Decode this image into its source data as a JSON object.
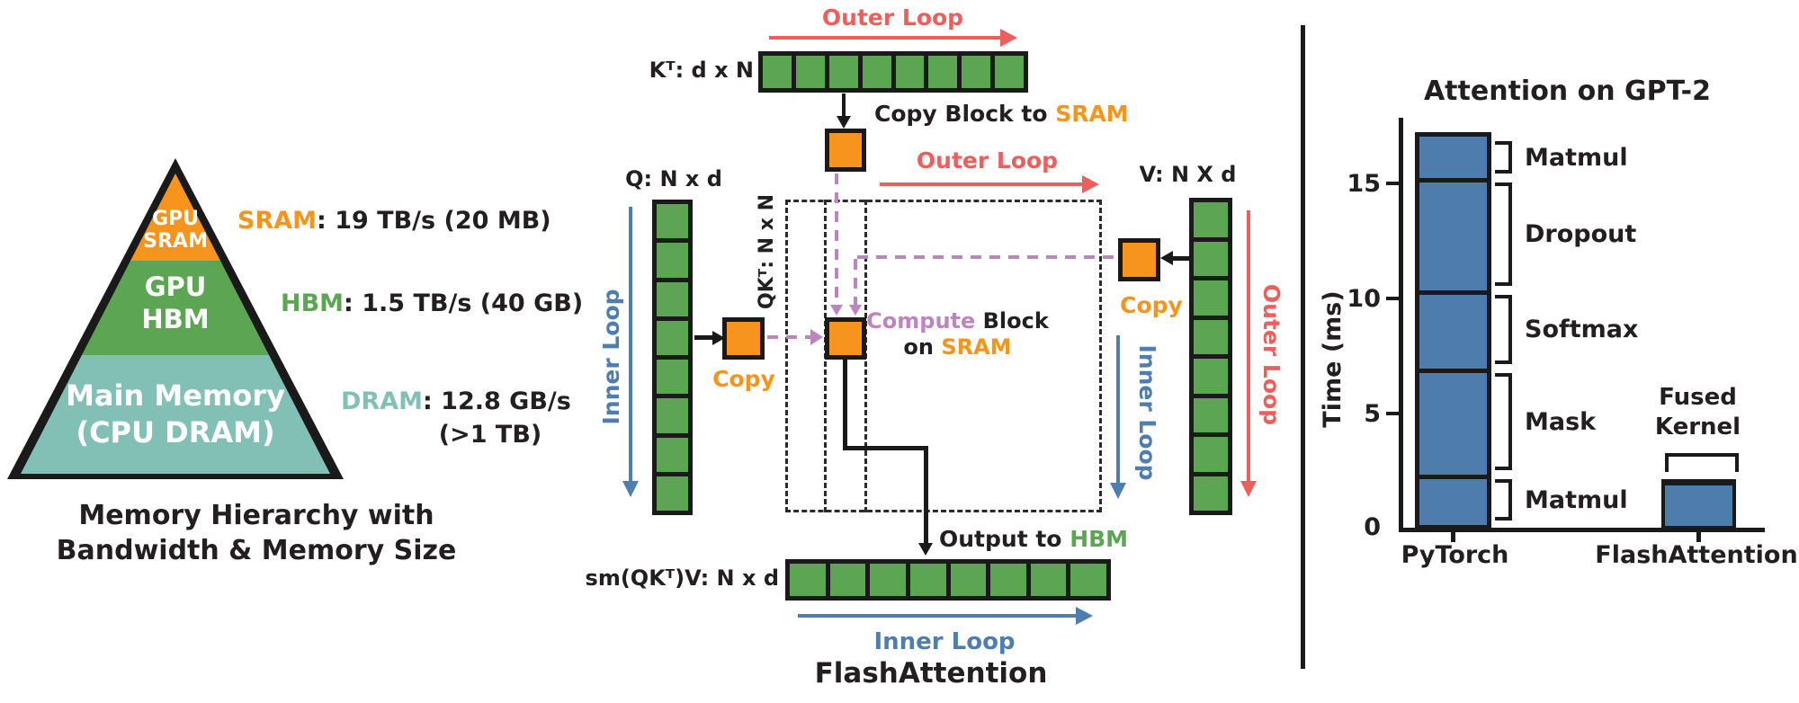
{
  "colors": {
    "orange": "#F7941D",
    "green": "#5BA553",
    "teal": "#82C0B6",
    "red": "#ED5E5C",
    "blue": "#4D7EAF",
    "purple": "#BC85BE",
    "bar_blue": "#4E7CAC",
    "ink": "#231F20"
  },
  "left_panel": {
    "pyramid": {
      "levels": [
        {
          "label_lines": [
            "GPU",
            "SRAM"
          ],
          "color": "#F7941D"
        },
        {
          "label_lines": [
            "GPU",
            "HBM"
          ],
          "color": "#5BA553"
        },
        {
          "label_lines": [
            "Main Memory",
            "(CPU DRAM)"
          ],
          "color": "#82C0B6"
        }
      ]
    },
    "specs": [
      {
        "name": "SRAM",
        "detail": ": 19 TB/s (20 MB)",
        "color": "#F7941D"
      },
      {
        "name": "HBM",
        "detail": ": 1.5 TB/s (40 GB)",
        "color": "#5BA553"
      },
      {
        "name": "DRAM",
        "detail": ": 12.8 GB/s",
        "detail2": "(>1 TB)",
        "color": "#82C0B6"
      }
    ],
    "caption_line1": "Memory Hierarchy with",
    "caption_line2": "Bandwidth & Memory Size"
  },
  "diagram": {
    "outer_loop_top": "Outer Loop",
    "outer_loop_mid": "Outer Loop",
    "outer_loop_right": "Outer Loop",
    "inner_loop_left": "Inner Loop",
    "inner_loop_right": "Inner Loop",
    "inner_loop_bottom": "Inner Loop",
    "kt_label": "Kᵀ: d x N",
    "q_label": "Q: N x d",
    "v_label": "V: N X d",
    "qkt_label": "QKᵀ: N x N",
    "sm_label": "sm(QKᵀ)V: N x d",
    "copy_block": {
      "prefix": "Copy Block to ",
      "highlight": "SRAM"
    },
    "compute_block": {
      "word1": "Compute",
      "rest1": " Block",
      "word2": "on ",
      "highlight2": "SRAM"
    },
    "output": {
      "prefix": "Output to ",
      "highlight": "HBM"
    },
    "copy_left": "Copy",
    "copy_right": "Copy",
    "title": "FlashAttention",
    "matrices": {
      "kt_cells": 8,
      "q_cells": 8,
      "v_cells": 8,
      "sm_cells": 8
    }
  },
  "chart": {
    "yticks_display": [
      "15",
      "10",
      "5",
      "0"
    ],
    "fused_line1": "Fused",
    "fused_line2": "Kernel"
  },
  "chart_data": {
    "type": "bar",
    "title": "Attention on GPT-2",
    "ylabel": "Time (ms)",
    "ylim": [
      0,
      17.5
    ],
    "yticks": [
      0,
      5,
      10,
      15
    ],
    "categories": [
      "PyTorch",
      "FlashAttention"
    ],
    "bar_color": "#4E7CAC",
    "grid": false,
    "pytorch_total_ms": 16.9,
    "pytorch_stack_top_to_bottom": [
      {
        "label": "Matmul",
        "ms": 1.8
      },
      {
        "label": "Dropout",
        "ms": 4.9
      },
      {
        "label": "Softmax",
        "ms": 3.4
      },
      {
        "label": "Mask",
        "ms": 4.6
      },
      {
        "label": "Matmul",
        "ms": 2.2
      }
    ],
    "flashattention_ms": 2.2,
    "flashattention_label": "Fused Kernel"
  }
}
